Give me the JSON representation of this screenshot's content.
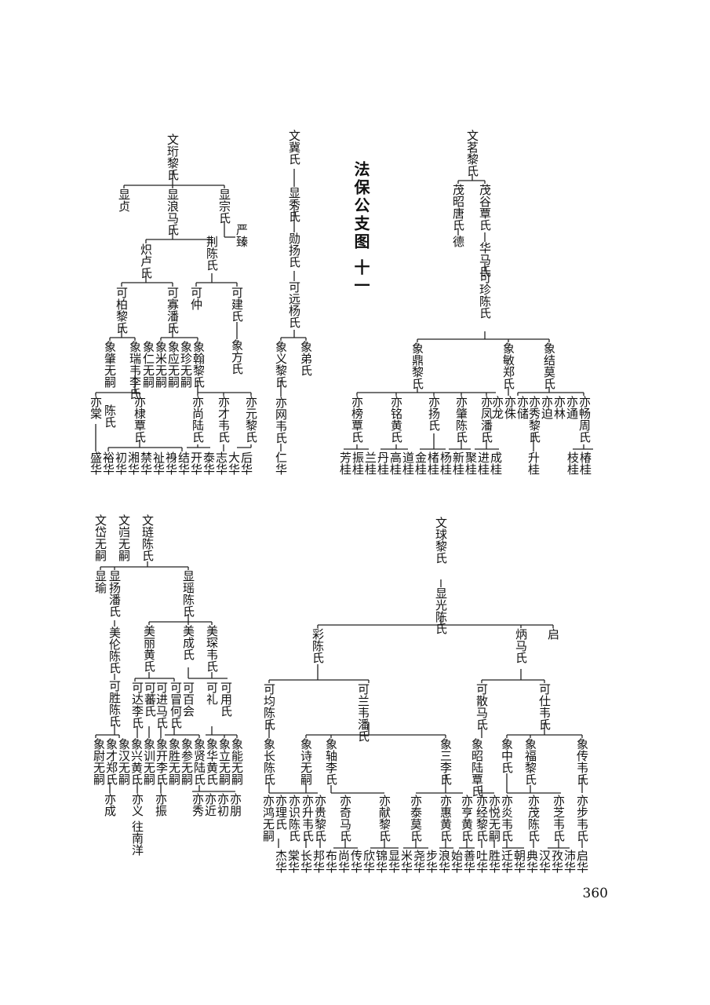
{
  "page": {
    "title": "法保公支图 十一",
    "page_number": "360"
  },
  "top_tree": [
    "文珩黎氏",
    "显贞",
    "显浪马氏",
    "显宗氏",
    "严臻",
    "炽卢氏",
    "荆陈氏",
    "可柏黎氏",
    "可寡潘氏",
    "可仲",
    "可建氏",
    "象肇无嗣",
    "象瑞韦李氏",
    "象仁无嗣",
    "象米无嗣",
    "象应无嗣",
    "象珍无嗣",
    "象翰黎氏",
    "象方氏",
    "亦棠",
    "陈氏",
    "亦棣覃氏",
    "亦尚陆氏",
    "亦才韦氏",
    "亦元黎氏",
    "盛华",
    "裕华",
    "初华",
    "湘华",
    "禁华",
    "祉华",
    "裑华",
    "结华",
    "开华",
    "泰华",
    "志华",
    "大华",
    "后华",
    "文冀氏",
    "显秀氏",
    "勋扬氏",
    "可远杨氏",
    "象义黎氏",
    "象弟氏",
    "亦网韦氏",
    "仁华",
    "文茗黎氏",
    "茂昭唐氏",
    "茂谷覃氏",
    "德",
    "华马氏",
    "可珍陈氏",
    "象鼎黎氏",
    "象敏郑氏",
    "象结莫氏",
    "亦榜覃氏",
    "亦铭黄氏",
    "亦扬氏",
    "亦肇陈氏",
    "亦凤潘氏",
    "亦龙",
    "亦侏",
    "亦储",
    "亦秀黎氏",
    "亦迫",
    "亦林",
    "亦通",
    "亦畅周氏",
    "芳桂",
    "振桂",
    "兰桂",
    "丹桂",
    "高桂",
    "道桂",
    "金桂",
    "楮桂",
    "杨桂",
    "新桂",
    "聚桂",
    "进桂",
    "成桂",
    "升桂",
    "枝桂",
    "椿桂"
  ],
  "bottom_tree": [
    "文岱无嗣",
    "文岿无嗣",
    "文琏陈氏",
    "显瑜",
    "显扬潘氏",
    "显瑶陈氏",
    "美伦陈氏",
    "美丽黄氏",
    "美成氏",
    "美琛韦氏",
    "可胜陈氏",
    "可达李氏",
    "可蕃氏",
    "可进马氏",
    "可冒何氏",
    "可百会",
    "可礼",
    "可用氏",
    "象尉无嗣",
    "象才郑氏",
    "象汉无嗣",
    "象兴黄氏",
    "象训无嗣",
    "象开李氏",
    "象胜无嗣",
    "象参无嗣",
    "象贤陆氏",
    "象华黄氏",
    "象立无嗣",
    "象能无嗣",
    "亦成",
    "亦义 往南洋",
    "亦振",
    "亦秀",
    "亦近",
    "亦初",
    "亦朋",
    "文球黎氏",
    "显光陈氏",
    "彩陈氏",
    "炳马氏",
    "启",
    "可均陈氏",
    "可兰韦潘氏",
    "可散马氏",
    "可仕韦氏",
    "象长陈氏",
    "象诗无嗣",
    "象轴李氏",
    "象三李氏",
    "象昭陆覃氏",
    "象中氏",
    "象福黎氏",
    "象传韦氏",
    "亦鸿无嗣",
    "亦理氏",
    "亦识陈氏",
    "亦升韦氏",
    "亦贵黎氏",
    "亦奇马氏",
    "亦献黎氏",
    "亦泰莫氏",
    "亦惠黄氏",
    "亦亨黄氏",
    "亦经黎氏",
    "亦悦无嗣",
    "亦炎韦氏",
    "亦茂陈氏",
    "亦芝韦氏",
    "亦步韦氏",
    "杰华",
    "棠华",
    "长华",
    "邦华",
    "布华",
    "尚华",
    "传华",
    "欣华",
    "锦华",
    "显华",
    "米华",
    "尧华",
    "步华",
    "浪华",
    "始华",
    "善华",
    "吐华",
    "胜华",
    "迁华",
    "朝华",
    "典华",
    "汉华",
    "孜华",
    "沛华",
    "启华"
  ]
}
